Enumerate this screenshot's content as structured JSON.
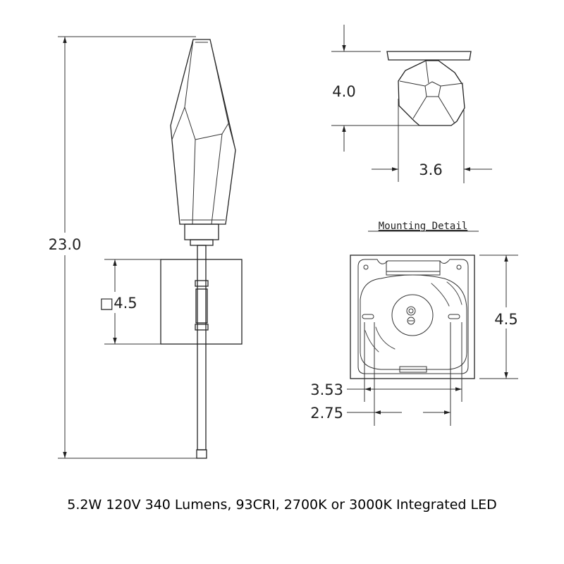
{
  "dimensions": {
    "overall_height": "23.0",
    "backplate_size": "□4.5",
    "top_view_height": "4.0",
    "top_view_width": "3.6",
    "mounting_height": "4.5",
    "mounting_outer_width": "3.53",
    "mounting_inner_width": "2.75"
  },
  "mounting_detail_title": "Mounting Detail",
  "caption": "5.2W 120V 340 Lumens, 93CRI, 2700K or 3000K Integrated LED"
}
